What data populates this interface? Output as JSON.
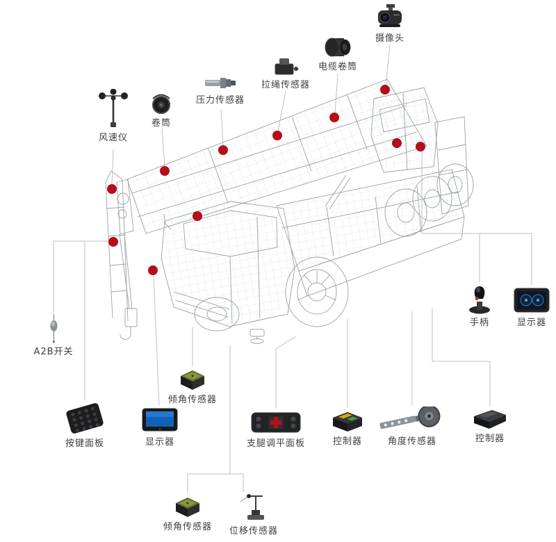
{
  "colors": {
    "sensor_dot": "#b30f1a",
    "connector_line": "#bcbfc3",
    "wireframe": "#9aa0a6",
    "label_text": "#3c4043",
    "background": "#ffffff"
  },
  "components": {
    "camera": {
      "label": "摄像头",
      "icon": "camera-icon"
    },
    "cable_reel": {
      "label": "电缆卷筒",
      "icon": "cable-reel-icon"
    },
    "rope_sensor": {
      "label": "拉绳传感器",
      "icon": "rope-sensor-icon"
    },
    "pressure_sensor": {
      "label": "压力传感器",
      "icon": "pressure-sensor-icon"
    },
    "reel": {
      "label": "卷筒",
      "icon": "reel-icon"
    },
    "anemometer": {
      "label": "风速仪",
      "icon": "anemometer-icon"
    },
    "a2b_switch": {
      "label": "A2B开关",
      "icon": "a2b-switch-icon"
    },
    "keypad": {
      "label": "按键面板",
      "icon": "keypad-icon"
    },
    "display_left": {
      "label": "显示器",
      "icon": "display-icon"
    },
    "tilt_sensor_mid": {
      "label": "倾角传感器",
      "icon": "tilt-sensor-icon"
    },
    "outrigger_panel": {
      "label": "支腿调平面板",
      "icon": "outrigger-panel-icon"
    },
    "controller_mid": {
      "label": "控制器",
      "icon": "controller-icon"
    },
    "angle_sensor": {
      "label": "角度传感器",
      "icon": "angle-sensor-icon"
    },
    "controller_right": {
      "label": "控制器",
      "icon": "controller2-icon"
    },
    "joystick": {
      "label": "手柄",
      "icon": "joystick-icon"
    },
    "display_right": {
      "label": "显示器",
      "icon": "display-gauge-icon"
    },
    "tilt_sensor_bottom": {
      "label": "倾角传感器",
      "icon": "tilt-sensor-icon"
    },
    "displacement_sensor": {
      "label": "位移传感器",
      "icon": "displacement-sensor-icon"
    }
  }
}
